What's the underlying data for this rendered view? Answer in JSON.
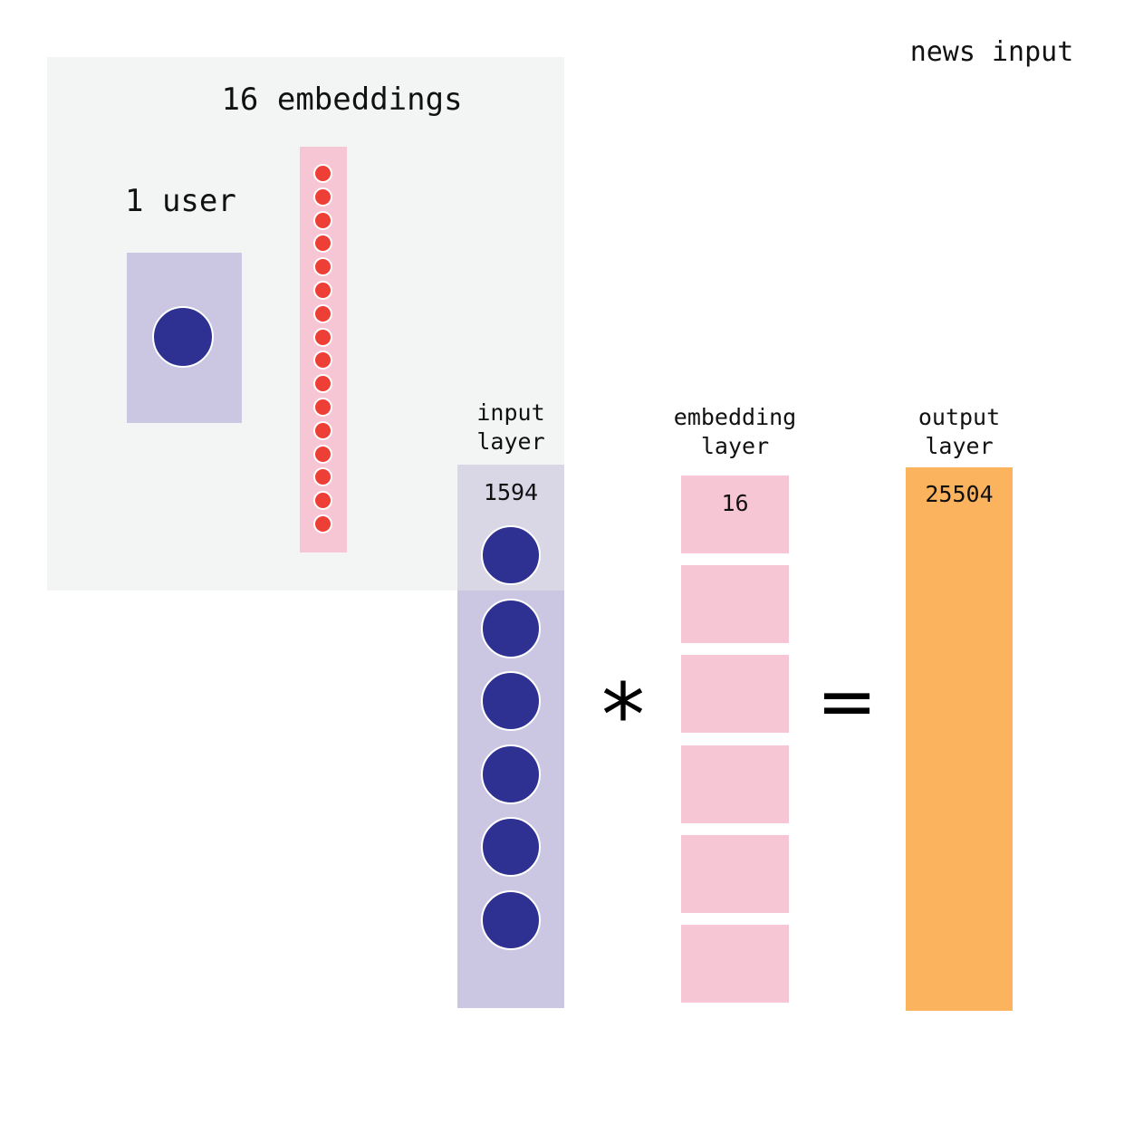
{
  "corner_title": "news input",
  "inset": {
    "title": "16 embeddings",
    "user_label": "1 user",
    "embedding_dot_count": 16
  },
  "layers": {
    "input": {
      "label_line1": "input",
      "label_line2": "layer",
      "count": "1594",
      "visible_nodes": 6
    },
    "embedding": {
      "label_line1": "embedding",
      "label_line2": "layer",
      "count": "16",
      "visible_blocks": 6
    },
    "output": {
      "label_line1": "output",
      "label_line2": "layer",
      "count": "25504"
    }
  },
  "operators": {
    "multiply": "*",
    "equals": "="
  },
  "colors": {
    "node": "#2e3192",
    "input_fill": "#cbc6e2",
    "embedding_fill": "#f7c6d5",
    "embedding_dot": "#ee3f36",
    "output_fill": "#fbb35e",
    "panel": "#f3f4f4"
  }
}
